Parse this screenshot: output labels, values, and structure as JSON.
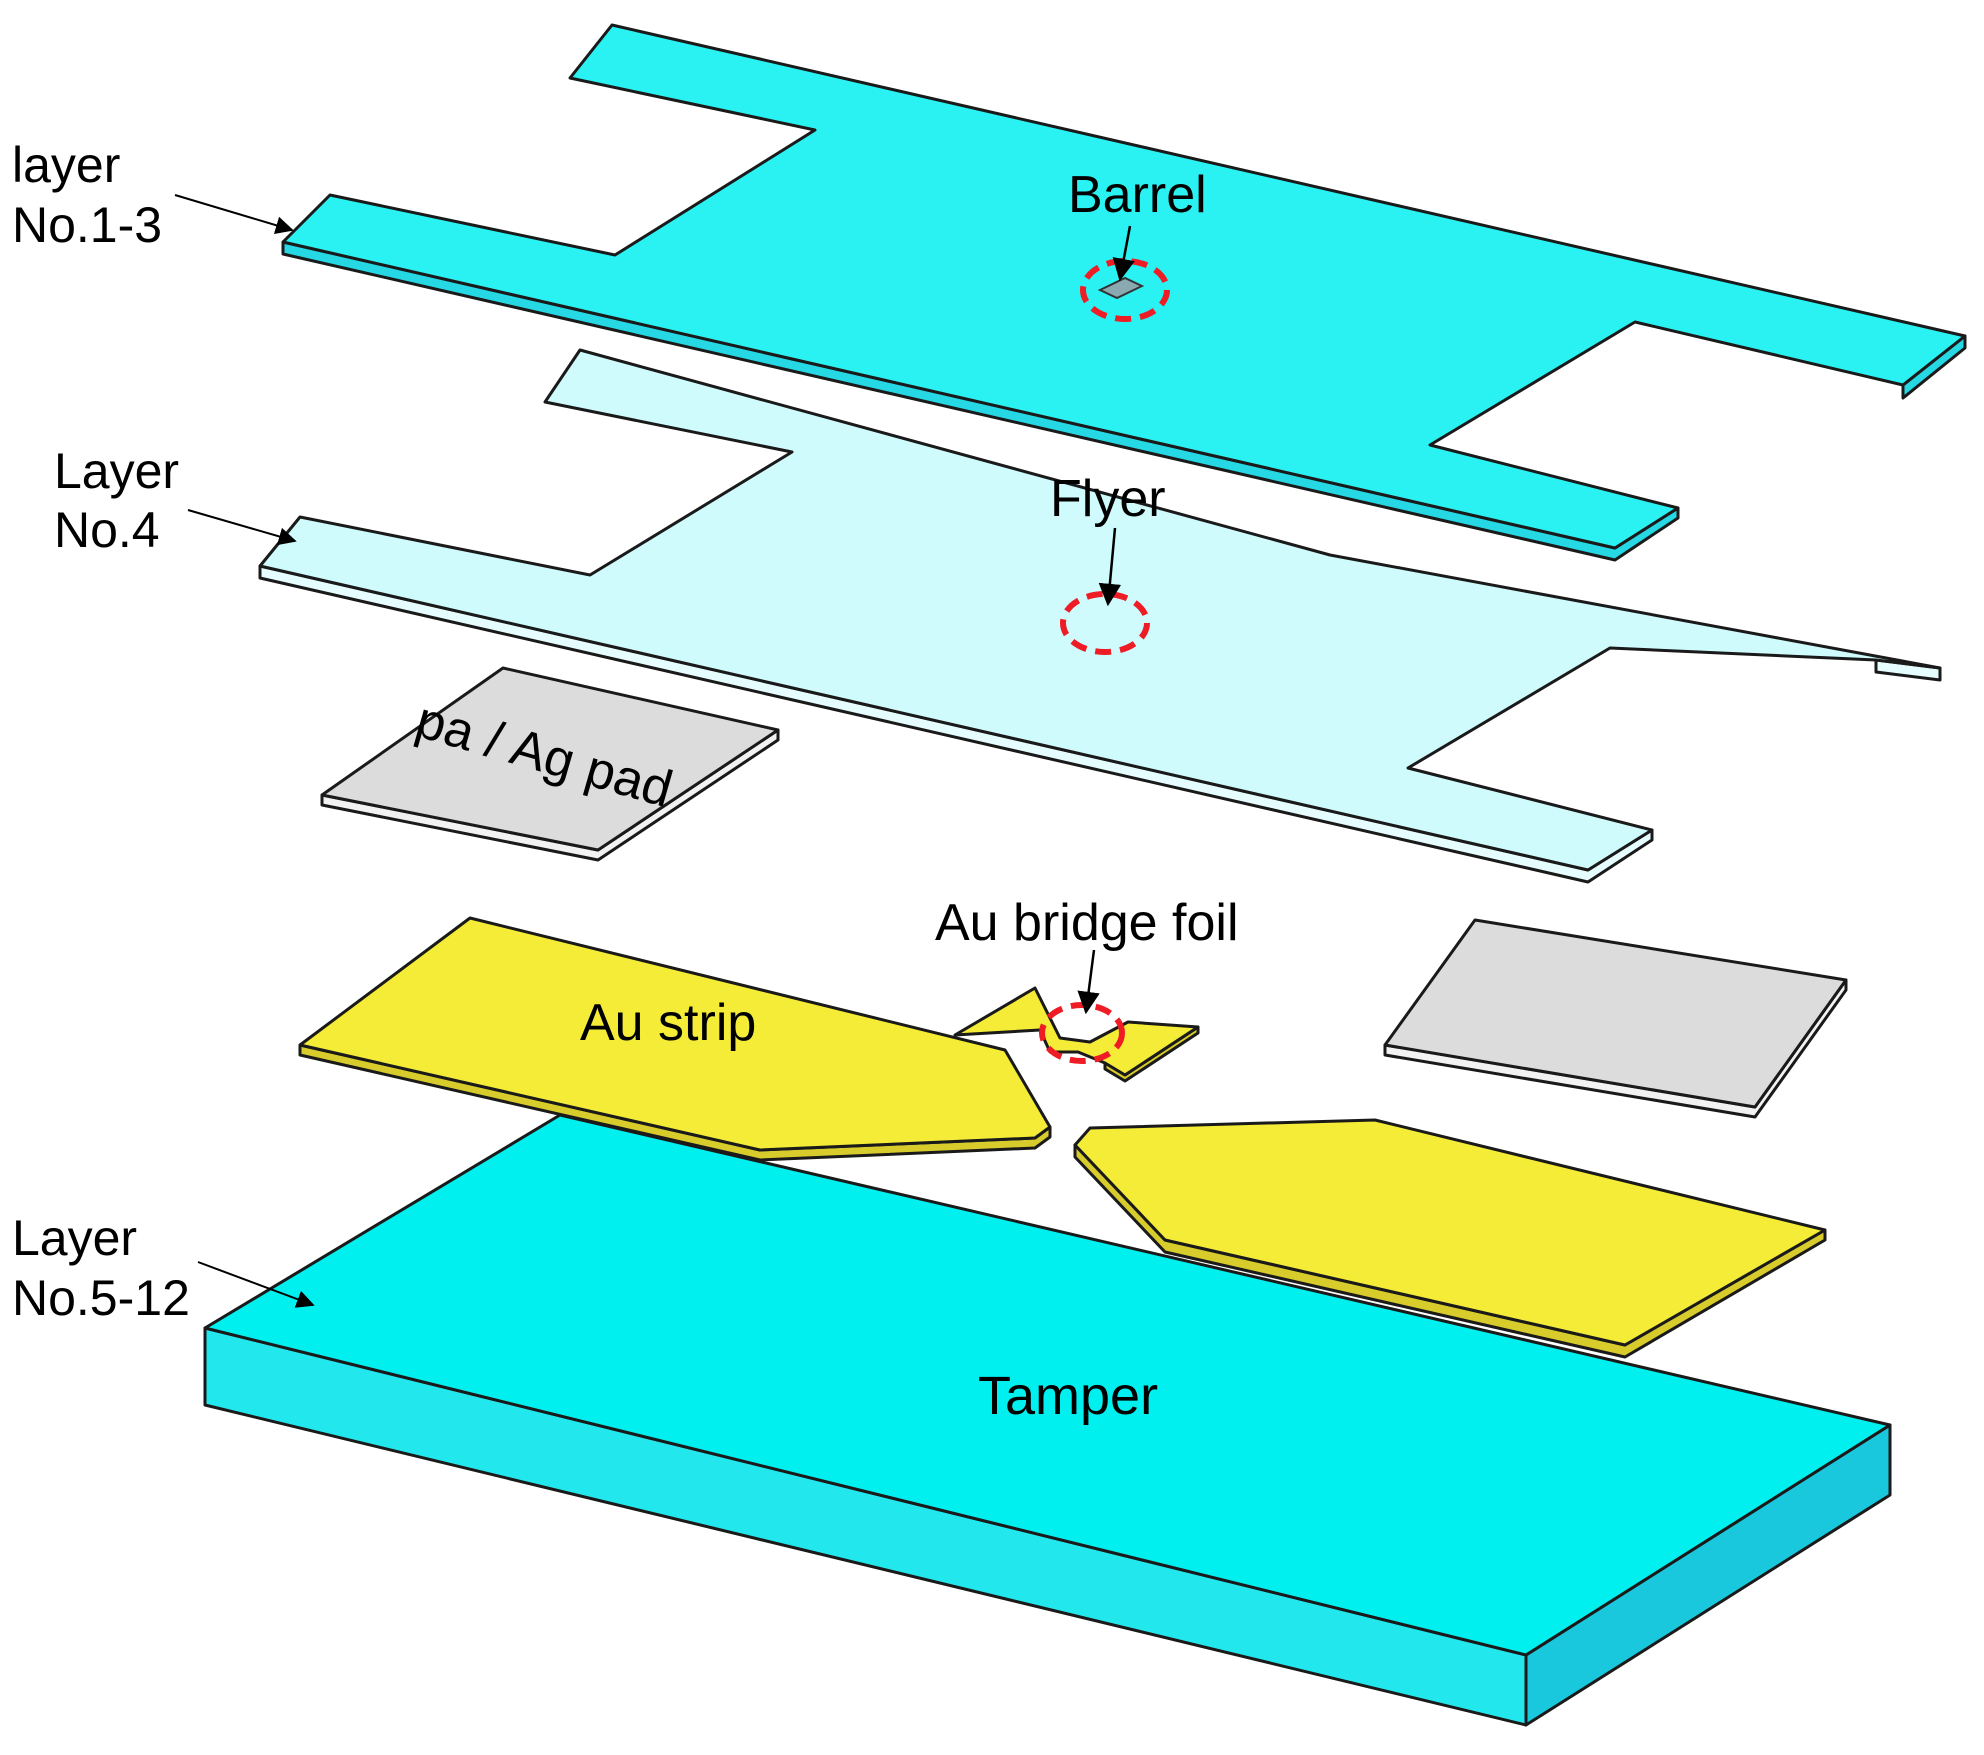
{
  "colors": {
    "cyan_top": "#2bf2f2",
    "cyan_side": "#25d8e4",
    "light_cyan_top": "#cffbfd",
    "light_cyan_side": "#e6fdff",
    "gold_top": "#f4ec36",
    "gold_side": "#d8cc2c",
    "pad_top": "#dcdcdc",
    "pad_side": "#f2f2f2",
    "tamper_top": "#00f0f0",
    "tamper_front": "#22e8ee",
    "tamper_right": "#19c8dc",
    "marker": "#ee1c24"
  },
  "labels": {
    "layer_1_3_line1": "layer",
    "layer_1_3_line2": "No.1-3",
    "layer_4_line1": "Layer",
    "layer_4_line2": "No.4",
    "layer_5_12_line1": "Layer",
    "layer_5_12_line2": "No.5-12",
    "barrel": "Barrel",
    "flyer": "Flyer",
    "pad": "pa / Ag pad",
    "au_strip": "Au strip",
    "au_bridge_foil": "Au bridge foil",
    "tamper": "Tamper"
  }
}
